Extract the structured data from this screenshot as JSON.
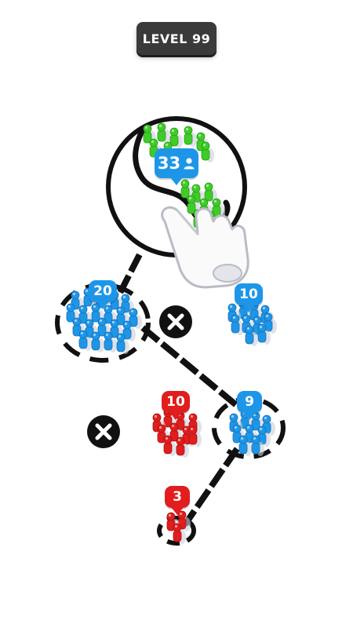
{
  "level": {
    "label": "LEVEL 99"
  },
  "crowds": [
    {
      "id": "green",
      "count": "33",
      "team": "green",
      "has_person_icon": true,
      "selected": true,
      "ring": "solid"
    },
    {
      "id": "blue-a",
      "count": "20",
      "team": "blue",
      "has_person_icon": false,
      "ring": "dashed"
    },
    {
      "id": "blue-b",
      "count": "10",
      "team": "blue",
      "has_person_icon": false,
      "ring": "none"
    },
    {
      "id": "red-a",
      "count": "10",
      "team": "red",
      "has_person_icon": false,
      "ring": "none"
    },
    {
      "id": "blue-c",
      "count": "9",
      "team": "blue",
      "has_person_icon": false,
      "ring": "dashed"
    },
    {
      "id": "red-b",
      "count": "3",
      "team": "red",
      "has_person_icon": false,
      "ring": "dashed"
    }
  ],
  "blocked_markers": [
    "x-icon",
    "x-icon"
  ],
  "colors": {
    "green": "#3fcc28",
    "blue": "#1e96e8",
    "red": "#e11d1d",
    "ring": "#111111",
    "badge": "#3a3a3a"
  },
  "icons": {
    "person": "person-icon",
    "hand": "tap-hand-icon",
    "blocked": "x-icon"
  }
}
